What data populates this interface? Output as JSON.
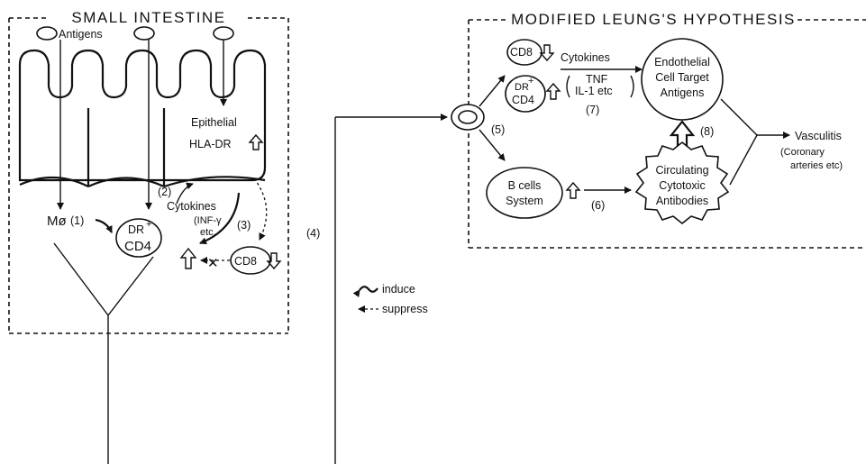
{
  "small_intestine": {
    "title": "SMALL INTESTINE",
    "antigens": "Antigens",
    "epithelial": "Epithelial",
    "hla_dr": "HLA-DR",
    "macrophage": "Mø",
    "step1": "(1)",
    "step2": "(2)",
    "step3": "(3)",
    "cytokines": "Cytokines",
    "inf": "(INF-γ",
    "etc": "etc.",
    "dr": "DR",
    "cd4": "CD4",
    "cd8": "CD8"
  },
  "step4": "(4)",
  "legend": {
    "induce": "induce",
    "suppress": "suppress"
  },
  "hypothesis": {
    "title": "MODIFIED LEUNG'S HYPOTHESIS",
    "step5": "(5)",
    "cd8": "CD8",
    "cytokines": "Cytokines",
    "dr": "DR",
    "cd4": "CD4",
    "tnf": "TNF",
    "il1": "IL-1 etc",
    "step7": "(7)",
    "endo1": "Endothelial",
    "endo2": "Cell Target",
    "endo3": "Antigens",
    "step8": "(8)",
    "bcell1": "B cells",
    "bcell2": "System",
    "step6": "(6)",
    "circ1": "Circulating",
    "circ2": "Cytotoxic",
    "circ3": "Antibodies",
    "vasculitis": "Vasculitis",
    "coronary1": "(Coronary",
    "coronary2": "arteries etc)"
  }
}
